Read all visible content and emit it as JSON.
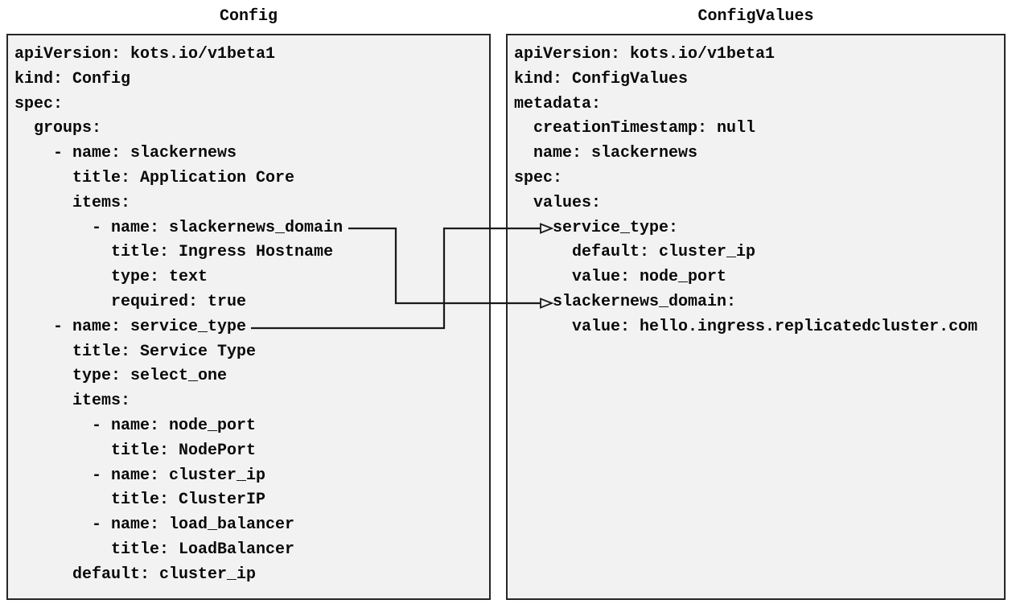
{
  "colors": {
    "page_bg": "#ffffff",
    "panel_bg": "#f2f2f2",
    "panel_border": "#262626",
    "text": "#0a0a0a",
    "connector": "#1a1a1a"
  },
  "left_panel": {
    "title": "Config",
    "lines": [
      "apiVersion: kots.io/v1beta1",
      "kind: Config",
      "spec:",
      "  groups:",
      "    - name: slackernews",
      "      title: Application Core",
      "      items:",
      "        - name: slackernews_domain",
      "          title: Ingress Hostname",
      "          type: text",
      "          required: true",
      "    - name: service_type",
      "      title: Service Type",
      "      type: select_one",
      "      items:",
      "        - name: node_port",
      "          title: NodePort",
      "        - name: cluster_ip",
      "          title: ClusterIP",
      "        - name: load_balancer",
      "          title: LoadBalancer",
      "      default: cluster_ip"
    ]
  },
  "right_panel": {
    "title": "ConfigValues",
    "lines": [
      "apiVersion: kots.io/v1beta1",
      "kind: ConfigValues",
      "metadata:",
      "  creationTimestamp: null",
      "  name: slackernews",
      "spec:",
      "  values:",
      "    service_type:",
      "      default: cluster_ip",
      "      value: node_port",
      "    slackernews_domain:",
      "      value: hello.ingress.replicatedcluster.com"
    ]
  },
  "connectors": [
    {
      "name": "slackernews-domain-link",
      "from": "slackernews_domain",
      "to": "slackernews_domain:"
    },
    {
      "name": "service-type-link",
      "from": "service_type",
      "to": "service_type:"
    }
  ]
}
